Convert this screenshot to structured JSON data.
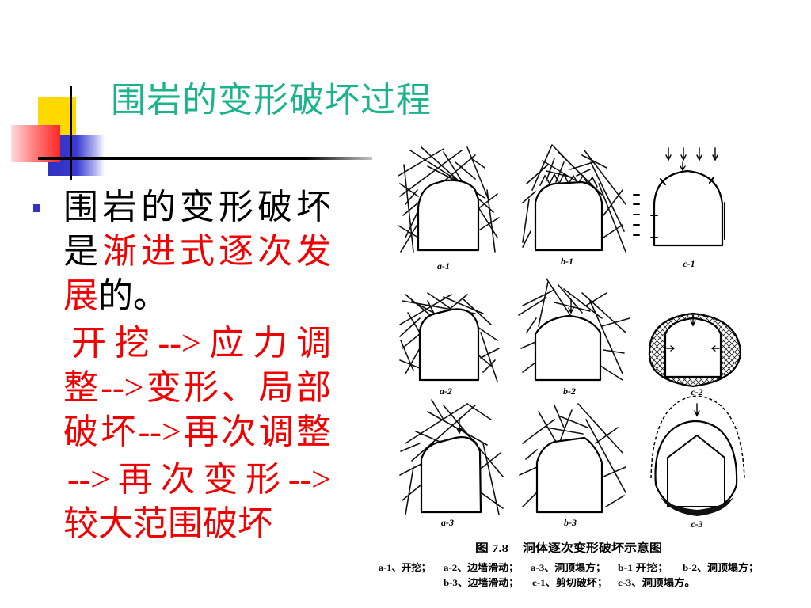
{
  "slide": {
    "title": "围岩的变形破坏过程"
  },
  "colors": {
    "title": "#19B48C",
    "emphasis": "#F00000",
    "bullet": "#3333CC",
    "logo_yellow": "#FFD800",
    "logo_red": "#FF2626",
    "logo_blue": "#2F2FC0"
  },
  "body": {
    "paragraph_1": [
      [
        "围岩的变形破坏"
      ],
      [
        "是",
        "渐进式逐次发"
      ],
      [
        "展",
        "的。"
      ]
    ],
    "paragraph_2": [
      [
        "开挖-->应力调"
      ],
      [
        "整-->变形、局部"
      ],
      [
        "破坏-->再次调整"
      ]
    ],
    "paragraph_3": [
      [
        "-->再次变形-->"
      ],
      [
        "较大范围破坏"
      ]
    ]
  },
  "figure": {
    "panel_labels": [
      "a-1",
      "b-1",
      "c-1",
      "a-2",
      "b-2",
      "c-2",
      "a-3",
      "b-3",
      "c-3"
    ],
    "caption_number": "图 7.8",
    "caption_title": "洞体逐次变形破坏示意图",
    "legend": [
      [
        "a-1、开挖；",
        "a-2、边墙滑动；",
        "a-3、洞顶塌方；",
        "b-1 开挖；",
        "b-2、洞顶塌方；"
      ],
      [
        "b-3、边墙滑动；",
        "c-1、剪切破坏；",
        "c-3、洞顶塌方。"
      ]
    ]
  }
}
